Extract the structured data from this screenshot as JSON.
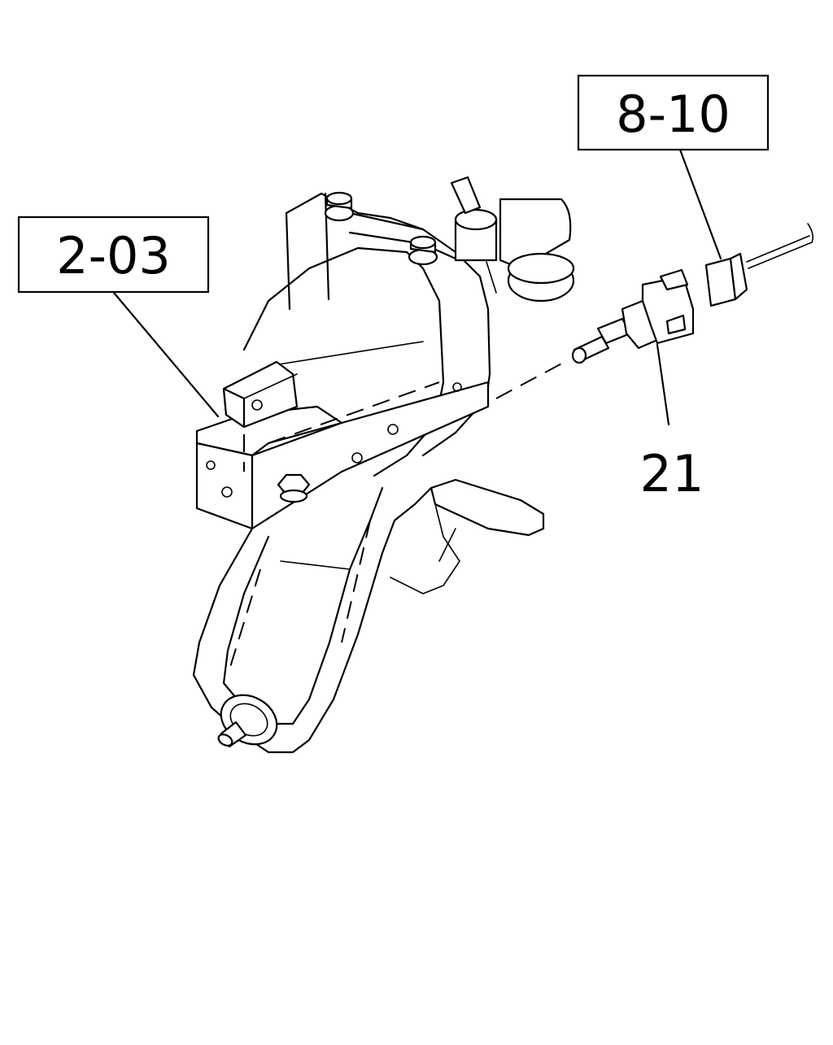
{
  "callouts": {
    "ref_left": "2-03",
    "ref_right": "8-10",
    "part_number": "21"
  },
  "colors": {
    "line": "#000000",
    "background": "#ffffff"
  }
}
